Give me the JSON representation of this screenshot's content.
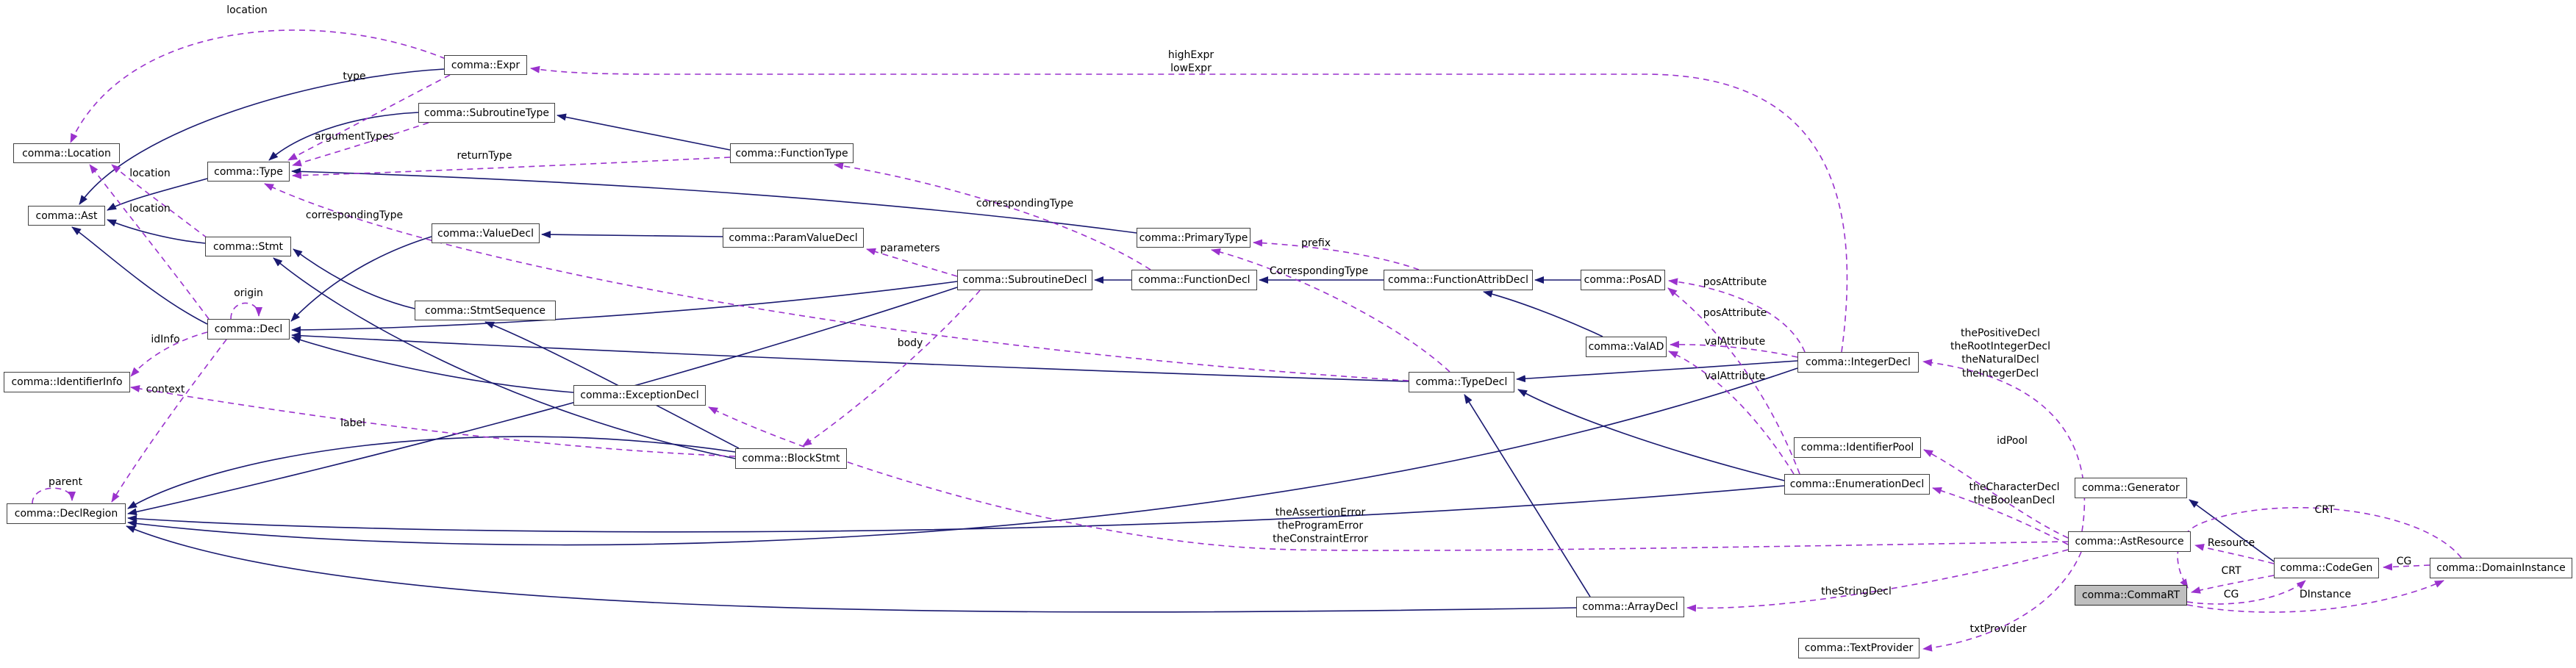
{
  "diagram": {
    "type": "class-collaboration-graph",
    "colors": {
      "inheritance_edge": "#191970",
      "usage_edge": "#9a32cd",
      "node_border": "#424242",
      "node_fill": "#ffffff",
      "current_node_fill": "#bfbfbf",
      "background": "#ffffff",
      "text": "#000000"
    },
    "nodes": {
      "location": {
        "label": "comma::Location"
      },
      "ast": {
        "label": "comma::Ast"
      },
      "type": {
        "label": "comma::Type"
      },
      "expr": {
        "label": "comma::Expr"
      },
      "subroutine_type": {
        "label": "comma::SubroutineType"
      },
      "function_type": {
        "label": "comma::FunctionType"
      },
      "stmt": {
        "label": "comma::Stmt"
      },
      "value_decl": {
        "label": "comma::ValueDecl"
      },
      "param_value_decl": {
        "label": "comma::ParamValueDecl"
      },
      "decl": {
        "label": "comma::Decl"
      },
      "stmt_sequence": {
        "label": "comma::StmtSequence"
      },
      "subroutine_decl": {
        "label": "comma::SubroutineDecl"
      },
      "function_decl": {
        "label": "comma::FunctionDecl"
      },
      "primary_type": {
        "label": "comma::PrimaryType"
      },
      "function_attrib_decl": {
        "label": "comma::FunctionAttribDecl"
      },
      "pos_ad": {
        "label": "comma::PosAD"
      },
      "val_ad": {
        "label": "comma::ValAD"
      },
      "type_decl": {
        "label": "comma::TypeDecl"
      },
      "integer_decl": {
        "label": "comma::IntegerDecl"
      },
      "identifier_info": {
        "label": "comma::IdentifierInfo"
      },
      "exception_decl": {
        "label": "comma::ExceptionDecl"
      },
      "block_stmt": {
        "label": "comma::BlockStmt"
      },
      "decl_region": {
        "label": "comma::DeclRegion"
      },
      "identifier_pool": {
        "label": "comma::IdentifierPool"
      },
      "enumeration_decl": {
        "label": "comma::EnumerationDecl"
      },
      "generator": {
        "label": "comma::Generator"
      },
      "ast_resource": {
        "label": "comma::AstResource"
      },
      "code_gen": {
        "label": "comma::CodeGen"
      },
      "domain_instance": {
        "label": "comma::DomainInstance"
      },
      "comma_rt": {
        "label": "comma::CommaRT"
      },
      "array_decl": {
        "label": "comma::ArrayDecl"
      },
      "text_provider": {
        "label": "comma::TextProvider"
      }
    },
    "labels": {
      "location_top": {
        "text": "location"
      },
      "type_member": {
        "text": "type"
      },
      "high_low_expr": {
        "text": "highExpr\nlowExpr"
      },
      "argument_types": {
        "text": "argumentTypes"
      },
      "return_type": {
        "text": "returnType"
      },
      "location_stmt": {
        "text": "location"
      },
      "location_decl": {
        "text": "location"
      },
      "corresponding_type_type": {
        "text": "correspondingType"
      },
      "corresponding_type_functiontype": {
        "text": "correspondingType"
      },
      "parameters": {
        "text": "parameters"
      },
      "prefix": {
        "text": "prefix"
      },
      "corresponding_type_primarytype": {
        "text": "CorrespondingType"
      },
      "pos_attribute_1": {
        "text": "posAttribute"
      },
      "pos_attribute_2": {
        "text": "posAttribute"
      },
      "val_attribute_1": {
        "text": "valAttribute"
      },
      "val_attribute_2": {
        "text": "valAttribute"
      },
      "origin": {
        "text": "origin"
      },
      "id_info": {
        "text": "idInfo"
      },
      "context": {
        "text": "context"
      },
      "body": {
        "text": "body"
      },
      "label": {
        "text": "label"
      },
      "parent": {
        "text": "parent"
      },
      "integer_decls": {
        "text": "thePositiveDecl\ntheRootIntegerDecl\ntheNaturalDecl\ntheIntegerDecl"
      },
      "id_pool": {
        "text": "idPool"
      },
      "enum_decls": {
        "text": "theCharacterDecl\ntheBooleanDecl"
      },
      "exception_decls": {
        "text": "theAssertionError\ntheProgramError\ntheConstraintError"
      },
      "resource": {
        "text": "Resource"
      },
      "crt_top": {
        "text": "CRT"
      },
      "crt_mid": {
        "text": "CRT"
      },
      "cg_mid": {
        "text": "CG"
      },
      "d_instance": {
        "text": "DInstance"
      },
      "cg_right": {
        "text": "CG"
      },
      "the_string_decl": {
        "text": "theStringDecl"
      },
      "txt_provider": {
        "text": "txtProvider"
      }
    }
  }
}
